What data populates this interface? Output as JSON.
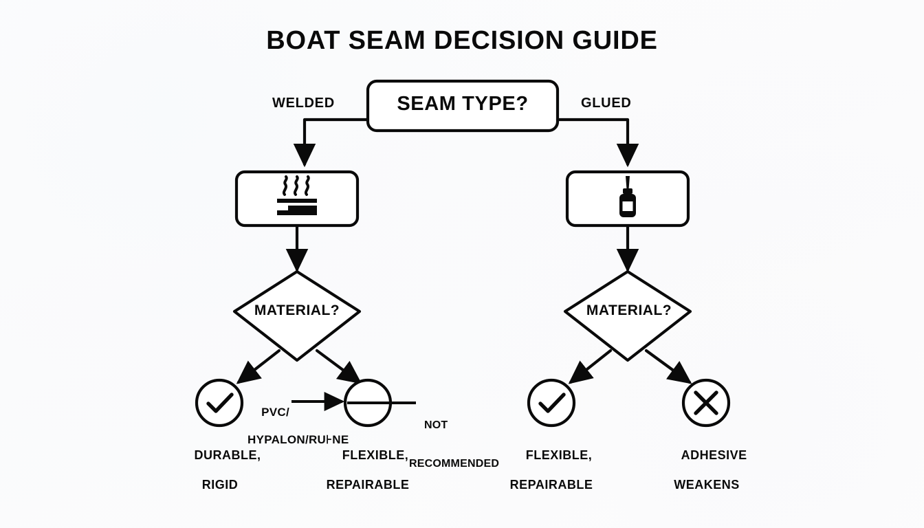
{
  "page": {
    "title": "BOAT SEAM DECISION GUIDE",
    "background_color": "#fcfcfd",
    "ink_color": "#0a0a0a"
  },
  "flowchart": {
    "root": {
      "id": "seam-type",
      "shape": "rounded-rectangle",
      "label": "SEAM TYPE?"
    },
    "branches": [
      {
        "id": "welded",
        "label": "WELDED",
        "side": "left",
        "process": {
          "id": "weld-process",
          "shape": "rounded-rectangle",
          "icon": "heat-waves-icon",
          "icon_meaning": "heat welding"
        },
        "decision": {
          "id": "material-left",
          "shape": "diamond",
          "label": "MATERIAL?"
        },
        "outcomes": [
          {
            "id": "welded-durable-rigid",
            "icon": "check-circle-icon",
            "caption_line1": "DURABLE,",
            "caption_line2": "RIGID"
          },
          {
            "id": "welded-flexible-repairable",
            "icon": "minus-circle-icon",
            "caption_line1": "FLEXIBLE,",
            "caption_line2": "REPAIRABLE"
          }
        ]
      },
      {
        "id": "glued",
        "label": "GLUED",
        "side": "right",
        "process": {
          "id": "glue-process",
          "shape": "rounded-rectangle",
          "icon": "glue-bottle-icon",
          "icon_meaning": "adhesive bottle"
        },
        "decision": {
          "id": "material-right",
          "shape": "diamond",
          "label": "MATERIAL?"
        },
        "outcomes": [
          {
            "id": "glued-flexible-repairable",
            "icon": "check-circle-icon",
            "caption_line1": "FLEXIBLE,",
            "caption_line2": "REPAIRABLE"
          },
          {
            "id": "glued-adhesive-weakens",
            "icon": "x-circle-icon",
            "caption_line1": "ADHESIVE",
            "caption_line2": "WEAKENS"
          }
        ]
      }
    ],
    "edge_labels": {
      "pvc_line1": "PVC/",
      "pvc_line2": "HYPALON/RU⊦NE",
      "not_recommended_line1": "NOT",
      "not_recommended_line2": "RECOMMENDED"
    }
  }
}
